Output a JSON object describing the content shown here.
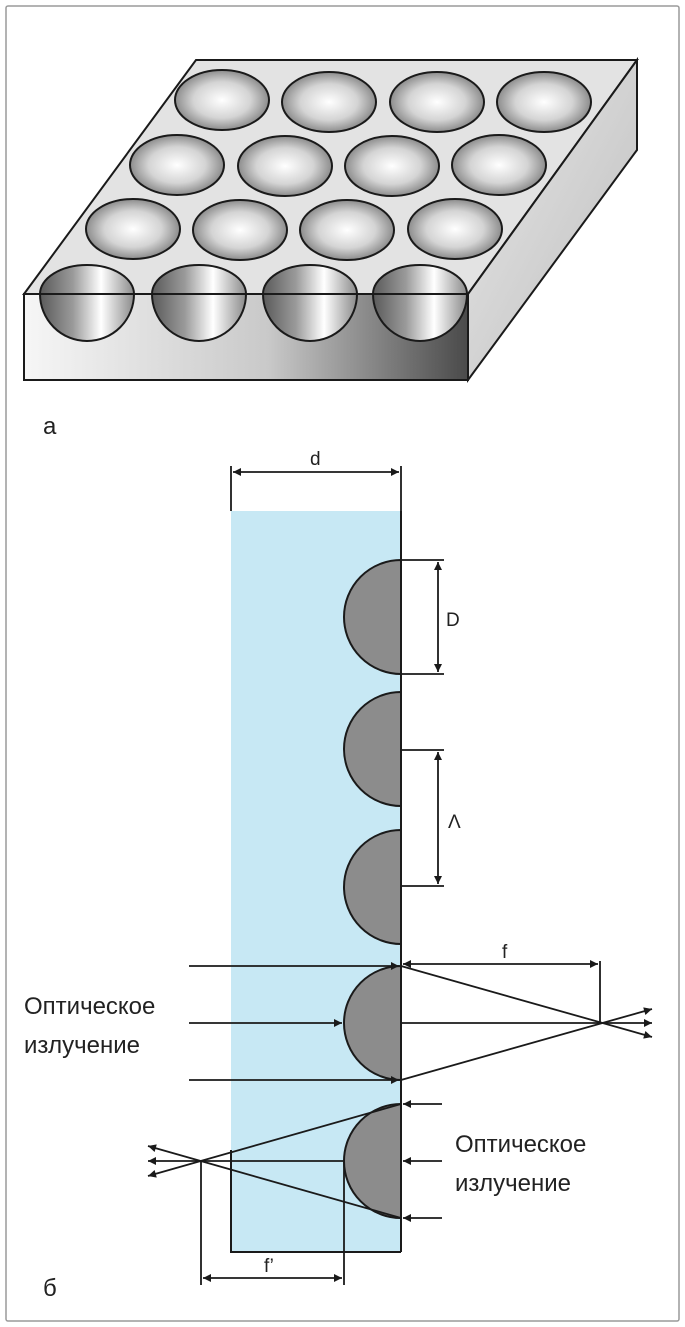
{
  "panel_labels": {
    "top": "а",
    "bottom": "б"
  },
  "dimensions": {
    "substrate_thickness": "d",
    "lens_diameter": "D",
    "lens_pitch": "Λ",
    "focal_length": "f",
    "back_focal_length": "f’"
  },
  "captions": {
    "left_line1": "Оптическое",
    "left_line2": "излучение",
    "right_line1": "Оптическое",
    "right_line2": "излучение"
  },
  "colors": {
    "substrate": "#c7e8f4",
    "lens_fill": "#8c8c8c",
    "frame": "#9a9a9a",
    "line": "#1a1a1a"
  }
}
